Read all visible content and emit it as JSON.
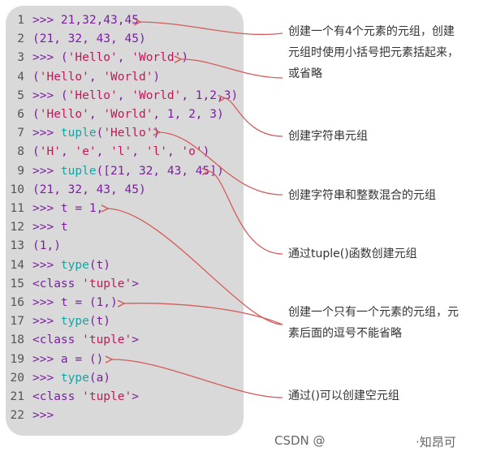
{
  "code_lines": [
    {
      "n": "1",
      "tokens": [
        {
          "t": ">>> ",
          "c": "p"
        },
        {
          "t": "21,32,43,45",
          "c": "num"
        }
      ]
    },
    {
      "n": "2",
      "tokens": [
        {
          "t": "(21, 32, 43, 45)",
          "c": "p"
        }
      ]
    },
    {
      "n": "3",
      "tokens": [
        {
          "t": ">>> (",
          "c": "p"
        },
        {
          "t": "'Hello'",
          "c": "str"
        },
        {
          "t": ", ",
          "c": "p"
        },
        {
          "t": "'World'",
          "c": "str"
        },
        {
          "t": ")",
          "c": "p"
        }
      ]
    },
    {
      "n": "4",
      "tokens": [
        {
          "t": "(",
          "c": "p"
        },
        {
          "t": "'Hello'",
          "c": "str"
        },
        {
          "t": ", ",
          "c": "p"
        },
        {
          "t": "'World'",
          "c": "str"
        },
        {
          "t": ")",
          "c": "p"
        }
      ]
    },
    {
      "n": "5",
      "tokens": [
        {
          "t": ">>> (",
          "c": "p"
        },
        {
          "t": "'Hello'",
          "c": "str"
        },
        {
          "t": ", ",
          "c": "p"
        },
        {
          "t": "'World'",
          "c": "str"
        },
        {
          "t": ", 1,2,3)",
          "c": "p"
        }
      ]
    },
    {
      "n": "6",
      "tokens": [
        {
          "t": "(",
          "c": "p"
        },
        {
          "t": "'Hello'",
          "c": "str"
        },
        {
          "t": ", ",
          "c": "p"
        },
        {
          "t": "'World'",
          "c": "str"
        },
        {
          "t": ", 1, 2, 3)",
          "c": "p"
        }
      ]
    },
    {
      "n": "7",
      "tokens": [
        {
          "t": ">>> ",
          "c": "p"
        },
        {
          "t": "tuple",
          "c": "kw"
        },
        {
          "t": "(",
          "c": "p"
        },
        {
          "t": "'Hello'",
          "c": "str"
        },
        {
          "t": ")",
          "c": "p"
        }
      ]
    },
    {
      "n": "8",
      "tokens": [
        {
          "t": "(",
          "c": "p"
        },
        {
          "t": "'H'",
          "c": "str"
        },
        {
          "t": ", ",
          "c": "p"
        },
        {
          "t": "'e'",
          "c": "str"
        },
        {
          "t": ", ",
          "c": "p"
        },
        {
          "t": "'l'",
          "c": "str"
        },
        {
          "t": ", ",
          "c": "p"
        },
        {
          "t": "'l'",
          "c": "str"
        },
        {
          "t": ", ",
          "c": "p"
        },
        {
          "t": "'o'",
          "c": "str"
        },
        {
          "t": ")",
          "c": "p"
        }
      ]
    },
    {
      "n": "9",
      "tokens": [
        {
          "t": ">>> ",
          "c": "p"
        },
        {
          "t": "tuple",
          "c": "kw"
        },
        {
          "t": "([21, 32, 43, 45])",
          "c": "p"
        }
      ]
    },
    {
      "n": "10",
      "tokens": [
        {
          "t": "(21, 32, 43, 45)",
          "c": "p"
        }
      ]
    },
    {
      "n": "11",
      "tokens": [
        {
          "t": ">>> t = 1,",
          "c": "p"
        }
      ]
    },
    {
      "n": "12",
      "tokens": [
        {
          "t": ">>> t",
          "c": "p"
        }
      ]
    },
    {
      "n": "13",
      "tokens": [
        {
          "t": "(1,)",
          "c": "p"
        }
      ]
    },
    {
      "n": "14",
      "tokens": [
        {
          "t": ">>> ",
          "c": "p"
        },
        {
          "t": "type",
          "c": "kw"
        },
        {
          "t": "(t)",
          "c": "p"
        }
      ]
    },
    {
      "n": "15",
      "tokens": [
        {
          "t": "<class ",
          "c": "class"
        },
        {
          "t": "'tuple'",
          "c": "str"
        },
        {
          "t": ">",
          "c": "class"
        }
      ]
    },
    {
      "n": "16",
      "tokens": [
        {
          "t": ">>> t = (1,)",
          "c": "p"
        }
      ]
    },
    {
      "n": "17",
      "tokens": [
        {
          "t": ">>> ",
          "c": "p"
        },
        {
          "t": "type",
          "c": "kw"
        },
        {
          "t": "(t)",
          "c": "p"
        }
      ]
    },
    {
      "n": "18",
      "tokens": [
        {
          "t": "<class ",
          "c": "class"
        },
        {
          "t": "'tuple'",
          "c": "str"
        },
        {
          "t": ">",
          "c": "class"
        }
      ]
    },
    {
      "n": "19",
      "tokens": [
        {
          "t": ">>> a = ()",
          "c": "p"
        }
      ]
    },
    {
      "n": "20",
      "tokens": [
        {
          "t": ">>> ",
          "c": "p"
        },
        {
          "t": "type",
          "c": "kw"
        },
        {
          "t": "(a)",
          "c": "p"
        }
      ]
    },
    {
      "n": "21",
      "tokens": [
        {
          "t": "<class ",
          "c": "class"
        },
        {
          "t": "'tuple'",
          "c": "str"
        },
        {
          "t": ">",
          "c": "class"
        }
      ]
    },
    {
      "n": "22",
      "tokens": [
        {
          "t": ">>>",
          "c": "p"
        }
      ]
    }
  ],
  "annotations": [
    {
      "id": "ann-create-tuple",
      "lines": [
        "创建一个有4个元素的元组，创建",
        "元组时使用小括号把元素括起来，",
        "或省略"
      ]
    },
    {
      "id": "ann-string-tuple",
      "lines": [
        "创建字符串元组"
      ]
    },
    {
      "id": "ann-mixed-tuple",
      "lines": [
        "创建字符串和整数混合的元组"
      ]
    },
    {
      "id": "ann-tuple-func",
      "lines": [
        "通过tuple()函数创建元组"
      ]
    },
    {
      "id": "ann-single-tuple",
      "lines": [
        "创建一个只有一个元素的元组，元",
        "素后面的逗号不能省略"
      ]
    },
    {
      "id": "ann-empty-tuple",
      "lines": [
        "通过()可以创建空元组"
      ]
    }
  ],
  "watermark": {
    "left": "CSDN @",
    "right": "·知昂可"
  },
  "colors": {
    "panel_bg": "#d9d9d9",
    "arrow": "#d65a5a",
    "keyword": "#1aa3a3",
    "string": "#c2185b",
    "text": "#7a1fa2"
  }
}
